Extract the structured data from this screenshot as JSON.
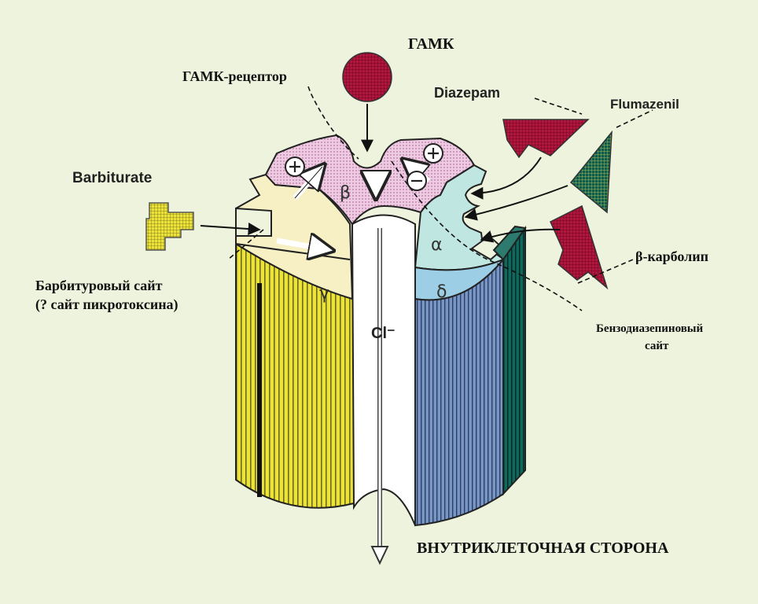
{
  "labels": {
    "gaba": "ГАМК",
    "gaba_receptor": "ГАМК-рецептор",
    "diazepam": "Diazepam",
    "flumazenil": "Flumazenil",
    "barbiturate": "Barbiturate",
    "barbiturate_site_line1": "Барбитуровый сайт",
    "barbiturate_site_line2": "(? сайт пикротоксина)",
    "beta_carboline": "β-карболип",
    "benzodiazepine_site_line1": "Бензодиазепиновый",
    "benzodiazepine_site_line2": "сайт",
    "intracellular_side": "ВНУТРИКЛЕТОЧНАЯ СТОРОНА",
    "chloride": "Cl⁻",
    "subunit_beta": "β",
    "subunit_alpha": "α",
    "subunit_gamma": "γ",
    "subunit_delta": "δ",
    "plus_sign": "⊕",
    "minus_sign": "⊖"
  },
  "colors": {
    "background": "#edf3dc",
    "gaba_ball": "#b0163e",
    "beta_top": "#ecc6e0",
    "gamma_top": "#f6f0c4",
    "gamma_side": "#ece33a",
    "alpha_top": "#bfe6e0",
    "delta_top": "#9ccfe6",
    "delta_side": "#6a8cbc",
    "dark_teal_side": "#0c5a50",
    "diazepam": "#a8163c",
    "flumazenil": "#0d5c50",
    "barbiturate": "#e8e040"
  }
}
